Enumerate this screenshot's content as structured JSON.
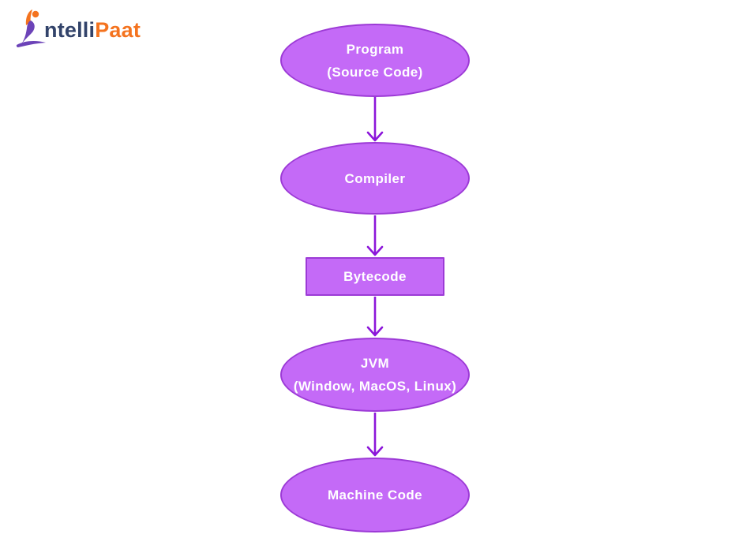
{
  "logo": {
    "brand_prefix": "ntelli",
    "brand_suffix": "Paat"
  },
  "diagram": {
    "title_semantic": "Java compilation and execution flow",
    "colors": {
      "node_fill": "#c46af7",
      "node_border": "#9c3ad6",
      "arrow": "#8c16da",
      "node_text": "#ffffff",
      "logo_navy": "#32436a",
      "logo_orange": "#f4731f"
    },
    "nodes": [
      {
        "id": "program",
        "shape": "ellipse",
        "lines": [
          "Program",
          "(Source Code)"
        ]
      },
      {
        "id": "compiler",
        "shape": "ellipse",
        "lines": [
          "Compiler"
        ]
      },
      {
        "id": "bytecode",
        "shape": "rect",
        "lines": [
          "Bytecode"
        ]
      },
      {
        "id": "jvm",
        "shape": "ellipse",
        "lines": [
          "JVM",
          "(Window, MacOS, Linux)"
        ]
      },
      {
        "id": "machine-code",
        "shape": "ellipse",
        "lines": [
          "Machine Code"
        ]
      }
    ],
    "edges": [
      {
        "from": "program",
        "to": "compiler"
      },
      {
        "from": "compiler",
        "to": "bytecode"
      },
      {
        "from": "bytecode",
        "to": "jvm"
      },
      {
        "from": "jvm",
        "to": "machine-code"
      }
    ]
  }
}
